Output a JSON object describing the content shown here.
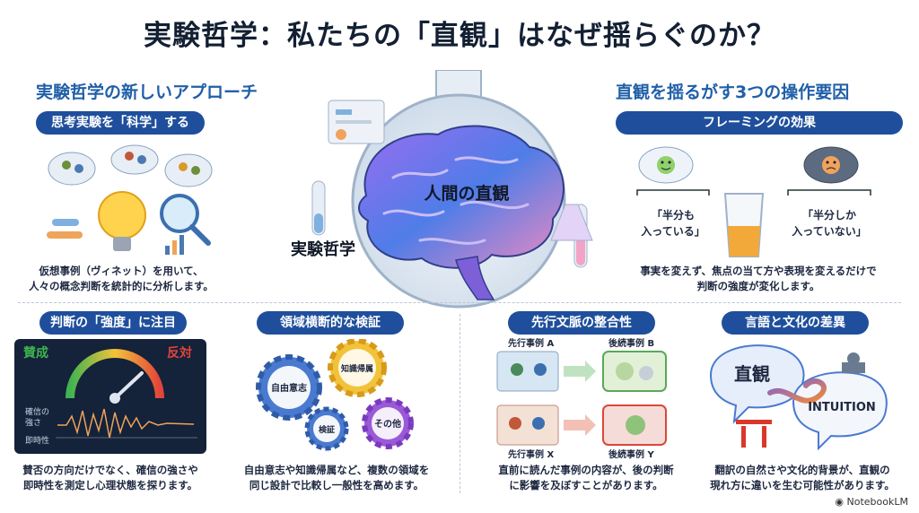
{
  "title": "実験哲学：私たちの「直観」はなぜ揺らぐのか？",
  "left_section": {
    "heading": "実験哲学の新しいアプローチ",
    "pill": "思考実験を「科学」する",
    "caption_line1": "仮想事例（ヴィネット）を用いて、",
    "caption_line2": "人々の概念判断を統計的に分析します。"
  },
  "center": {
    "brain_label": "人間の直観",
    "flask_label": "実験哲学"
  },
  "right_section": {
    "heading": "直観を揺るがす3つの操作要因",
    "pill": "フレーミングの効果",
    "quote_left_line1": "「半分も",
    "quote_left_line2": "入っている」",
    "quote_right_line1": "「半分しか",
    "quote_right_line2": "入っていない」",
    "caption_line1": "事実を変えず、焦点の当て方や表現を変えるだけで",
    "caption_line2": "判断の強度が変化します。"
  },
  "bottom": {
    "strength": {
      "pill": "判断の「強度」に注目",
      "agree": "賛成",
      "oppose": "反対",
      "confidence_line1": "確信の",
      "confidence_line2": "強さ",
      "immediacy": "即時性",
      "caption_line1": "賛否の方向だけでなく、確信の強さや",
      "caption_line2": "即時性を測定し心理状態を探ります。"
    },
    "crossdomain": {
      "pill": "領域横断的な検証",
      "gear1": "自由意志",
      "gear2": "知識帰属",
      "gear3": "検証",
      "gear4": "その他",
      "caption_line1": "自由意志や知識帰属など、複数の領域を",
      "caption_line2": "同じ設計で比較し一般性を高めます。"
    },
    "context": {
      "pill": "先行文脈の整合性",
      "prior_a": "先行事例 A",
      "subsequent_b": "後続事例 B",
      "prior_x": "先行事例 X",
      "subsequent_y": "後続事例 Y",
      "caption_line1": "直前に読んだ事例の内容が、後の判断",
      "caption_line2": "に影響を及ぼすことがあります。"
    },
    "language": {
      "pill": "言語と文化の差異",
      "jp_word": "直観",
      "en_word": "INTUITION",
      "caption_line1": "翻訳の自然さや文化的背景が、直観の",
      "caption_line2": "現れ方に違いを生む可能性があります。"
    }
  },
  "brand": "NotebookLM",
  "colors": {
    "pill": "#1f4f9c",
    "heading": "#1f5fa8",
    "agree": "#3fb34f",
    "oppose": "#e2453a"
  }
}
